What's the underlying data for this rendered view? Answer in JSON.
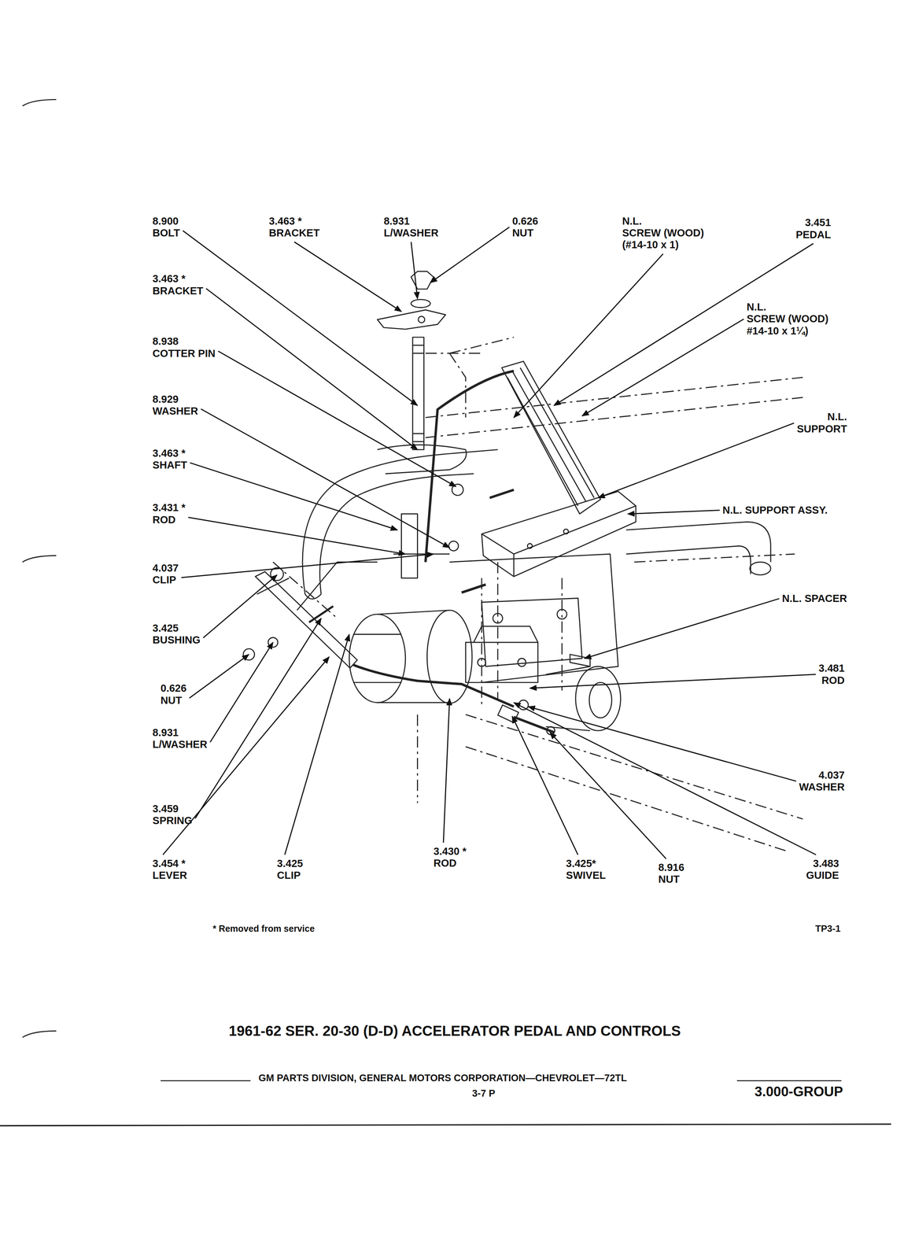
{
  "diagram": {
    "title": "1961-62 SER. 20-30 (D-D) ACCELERATOR PEDAL AND CONTROLS",
    "labels": [
      "8.900 BOLT",
      "3.463 * BRACKET",
      "8.931 L/WASHER",
      "0.626 NUT",
      "N.L. SCREW (WOOD) (#14-10 x 1)",
      "3.451 PEDAL",
      "3.463 * BRACKET",
      "N.L. SCREW (WOOD) #14-10 x 1¼)",
      "8.938 COTTER PIN",
      "8.929 WASHER",
      "N.L. SUPPORT",
      "3.463 * SHAFT",
      "3.431 * ROD",
      "N.L. SUPPORT ASSY.",
      "4.037 CLIP",
      "N.L. SPACER",
      "3.425 BUSHING",
      "0.626 NUT",
      "3.481 ROD",
      "8.931 L/WASHER",
      "4.037 WASHER",
      "3.459 SPRING",
      "3.454 * LEVER",
      "3.425 CLIP",
      "3.430 * ROD",
      "3.425* SWIVEL",
      "8.916 NUT",
      "3.483 GUIDE",
      "* Removed from service",
      "TP3-1",
      "GM PARTS DIVISION, GENERAL MOTORS CORPORATION—CHEVROLET—72TL",
      "3-7 P",
      "3.000-GROUP"
    ]
  }
}
